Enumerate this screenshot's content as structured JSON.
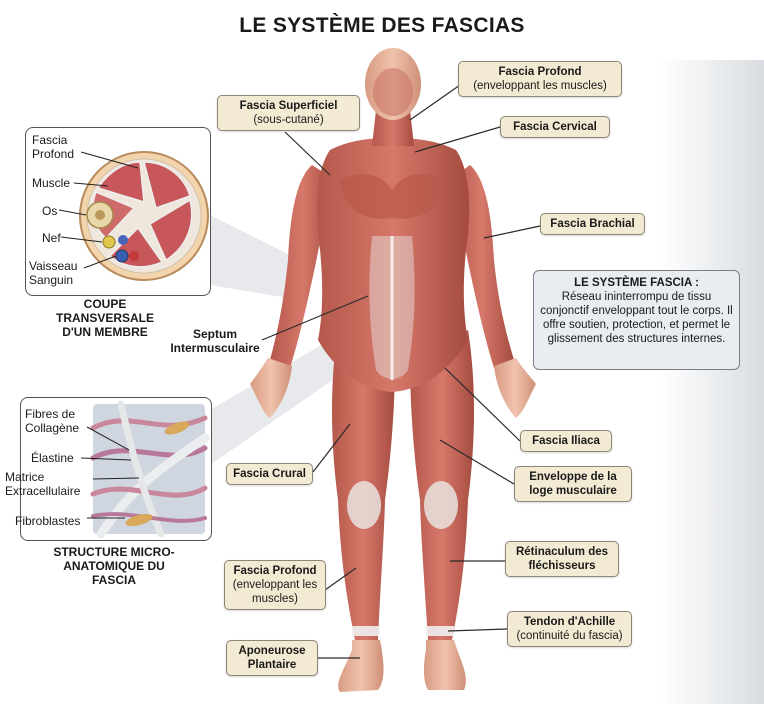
{
  "title": "LE SYSTÈME DES FASCIAS",
  "labels": {
    "fascia_profond_top": {
      "title": "Fascia Profond",
      "sub": "(enveloppant les muscles)"
    },
    "fascia_superficiel": {
      "title": "Fascia Superficiel",
      "sub": "(sous-cutané)"
    },
    "fascia_cervical": {
      "title": "Fascia Cervical"
    },
    "fascia_brachial": {
      "title": "Fascia Brachial"
    },
    "septum": {
      "title": "Septum Intermusculaire"
    },
    "fascia_iliaca": {
      "title": "Fascia Iliaca"
    },
    "enveloppe": {
      "title": "Enveloppe de la loge musculaire"
    },
    "fascia_crural": {
      "title": "Fascia Crural"
    },
    "retinaculum": {
      "title": "Rétinaculum des fléchisseurs"
    },
    "fascia_profond_bottom": {
      "title": "Fascia Profond",
      "sub": "(enveloppant les muscles)"
    },
    "tendon": {
      "title": "Tendon d'Achille",
      "sub": "(continuité du fascia)"
    },
    "aponeurose": {
      "title": "Aponeurose Plantaire"
    }
  },
  "cross_section": {
    "labels": [
      "Fascia Profond",
      "Muscle",
      "Os",
      "Nef",
      "Vaisseau Sanguin"
    ],
    "caption": "COUPE TRANSVERSALE D'UN MEMBRE"
  },
  "micro": {
    "labels": [
      "Fibres de Collagène",
      "Élastine",
      "Matrice Extracellulaire",
      "Fibroblastes"
    ],
    "caption": "STRUCTURE MICRO-ANATOMIQUE DU FASCIA"
  },
  "info": {
    "heading": "LE SYSTÈME FASCIA :",
    "body": "Réseau ininterrompu de tissu conjonctif enveloppant tout le corps. Il offre soutien, protection, et permet le glissement des structures internes."
  },
  "colors": {
    "muscle": "#c8675a",
    "muscle_dark": "#9e4136",
    "fascia": "#eef0f2",
    "label_bg": "#f3ead3",
    "skin": "#e8b39c"
  }
}
